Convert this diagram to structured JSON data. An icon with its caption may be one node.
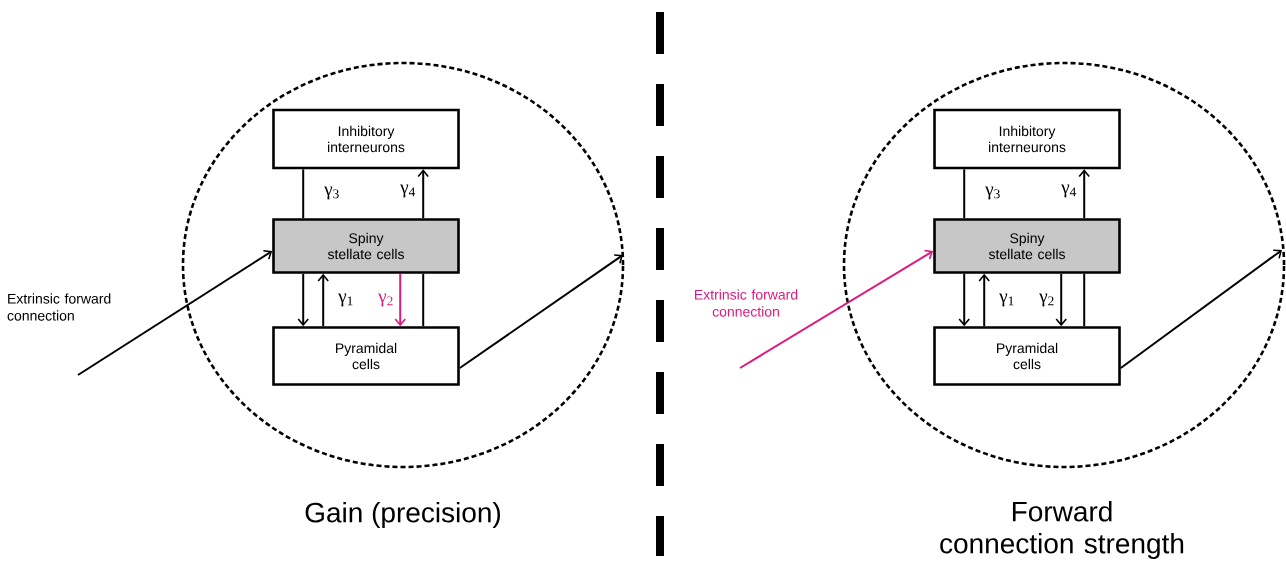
{
  "diagram": {
    "nodes": [
      {
        "text": [],
        "shape": "ellipse"
      },
      {
        "text": [
          "Inhibitory interneurons"
        ],
        "in": 0
      },
      {
        "text": [
          "Spiny stellate cells"
        ],
        "in": 0
      },
      {
        "text": [
          "Pyramidal cells"
        ],
        "in": 0
      },
      {
        "text": [],
        "shape": "ellipse"
      },
      {
        "text": [
          "Inhibitory interneurons"
        ],
        "in": 4
      },
      {
        "text": [
          "Spiny stellate cells"
        ],
        "in": 4
      },
      {
        "text": [
          "Pyramidal cells"
        ],
        "in": 4
      }
    ],
    "edges": [
      {
        "from": 1,
        "to": 2,
        "arrow": "none",
        "label": "γ$_{3}$"
      },
      {
        "from": 2,
        "to": 1,
        "arrow": "to",
        "label": "γ$_{4}$"
      },
      {
        "from": 2,
        "to": 3,
        "arrow": "to"
      },
      {
        "from": 3,
        "to": 2,
        "arrow": "to",
        "label": "γ$_{1}$"
      },
      {
        "from": 2,
        "to": 3,
        "arrow": "to",
        "label": "γ$_{2}$",
        "color": "#e0197d"
      },
      {
        "from": 2,
        "to": 3,
        "arrow": "none"
      },
      {
        "from": null,
        "to": 2,
        "arrow": "to",
        "label": "Extrinsic forward connection"
      },
      {
        "from": 3,
        "to": null,
        "arrow": "to"
      },
      {
        "from": 5,
        "to": 6,
        "arrow": "none",
        "label": "γ$_{3}$"
      },
      {
        "from": 6,
        "to": 5,
        "arrow": "to",
        "label": "γ$_{4}$"
      },
      {
        "from": 6,
        "to": 7,
        "arrow": "to"
      },
      {
        "from": 7,
        "to": 6,
        "arrow": "to",
        "label": "γ$_{1}$"
      },
      {
        "from": 6,
        "to": 7,
        "arrow": "to",
        "label": "γ$_{2}$"
      },
      {
        "from": 6,
        "to": 7,
        "arrow": "none"
      },
      {
        "from": null,
        "to": 6,
        "arrow": "to",
        "label": "Extrinsic forward connection",
        "color": "#e0197d"
      },
      {
        "from": 7,
        "to": null,
        "arrow": "to"
      }
    ],
    "labels": [
      "Gain (precision)",
      "Forward connection strength"
    ]
  }
}
